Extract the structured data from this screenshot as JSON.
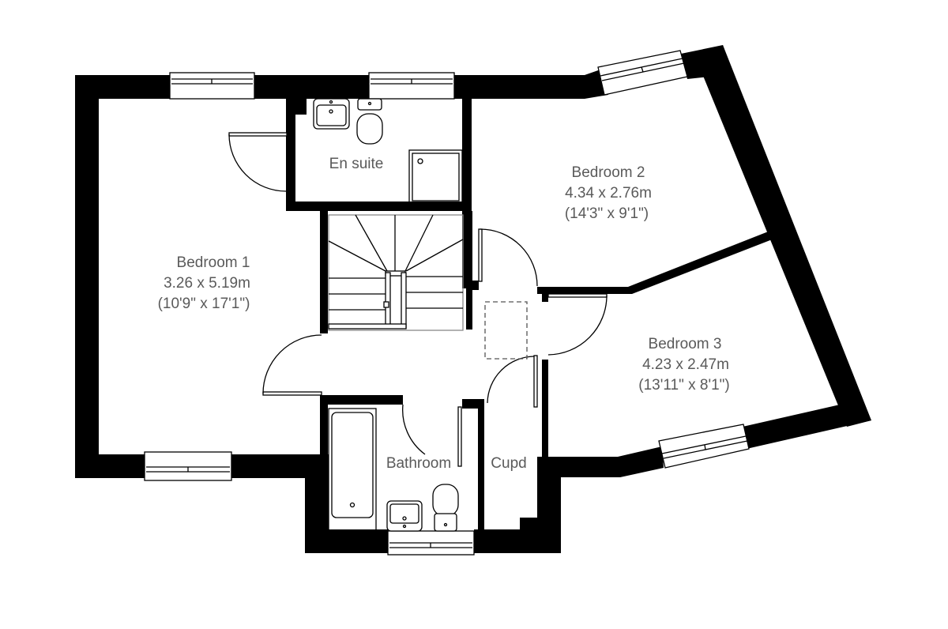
{
  "plan": {
    "wall_color": "#000000",
    "label_color": "#5a5a5a",
    "rooms": [
      {
        "id": "bedroom1",
        "name": "Bedroom 1",
        "metric": "3.26 x 5.19m",
        "imperial": "(10'9\" x 17'1\")"
      },
      {
        "id": "bedroom2",
        "name": "Bedroom 2",
        "metric": "4.34 x 2.76m",
        "imperial": "(14'3\" x 9'1\")"
      },
      {
        "id": "bedroom3",
        "name": "Bedroom 3",
        "metric": "4.23 x 2.47m",
        "imperial": "(13'11\" x 8'1\")"
      },
      {
        "id": "ensuite",
        "name": "En suite"
      },
      {
        "id": "bathroom",
        "name": "Bathroom"
      },
      {
        "id": "cupboard",
        "name": "Cupd"
      }
    ]
  }
}
